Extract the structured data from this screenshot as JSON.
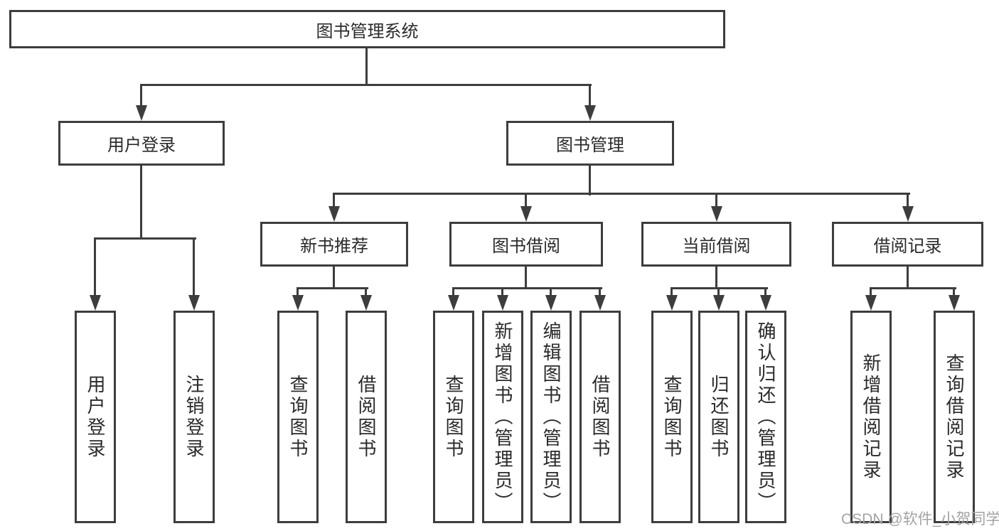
{
  "diagram": {
    "root": {
      "label": "图书管理系统"
    },
    "level2": [
      {
        "label": "用户登录"
      },
      {
        "label": "图书管理"
      }
    ],
    "level3": [
      {
        "label": "新书推荐"
      },
      {
        "label": "图书借阅"
      },
      {
        "label": "当前借阅"
      },
      {
        "label": "借阅记录"
      }
    ],
    "leaves": {
      "user_login": [
        "用户登录",
        "注销登录"
      ],
      "new_books": [
        "查询图书",
        "借阅图书"
      ],
      "borrowing": [
        "查询图书",
        "新增图书（管理员）",
        "编辑图书（管理员）",
        "借阅图书"
      ],
      "current": [
        "查询图书",
        "归还图书",
        "确认归还（管理员）"
      ],
      "records": [
        "新增借阅记录",
        "查询借阅记录"
      ]
    },
    "colors": {
      "line": "#3d3d3d",
      "text": "#2a2a2a",
      "watermark": "#a3a3a3",
      "background": "#ffffff"
    },
    "watermark": "CSDN @软件_小贺同学"
  }
}
